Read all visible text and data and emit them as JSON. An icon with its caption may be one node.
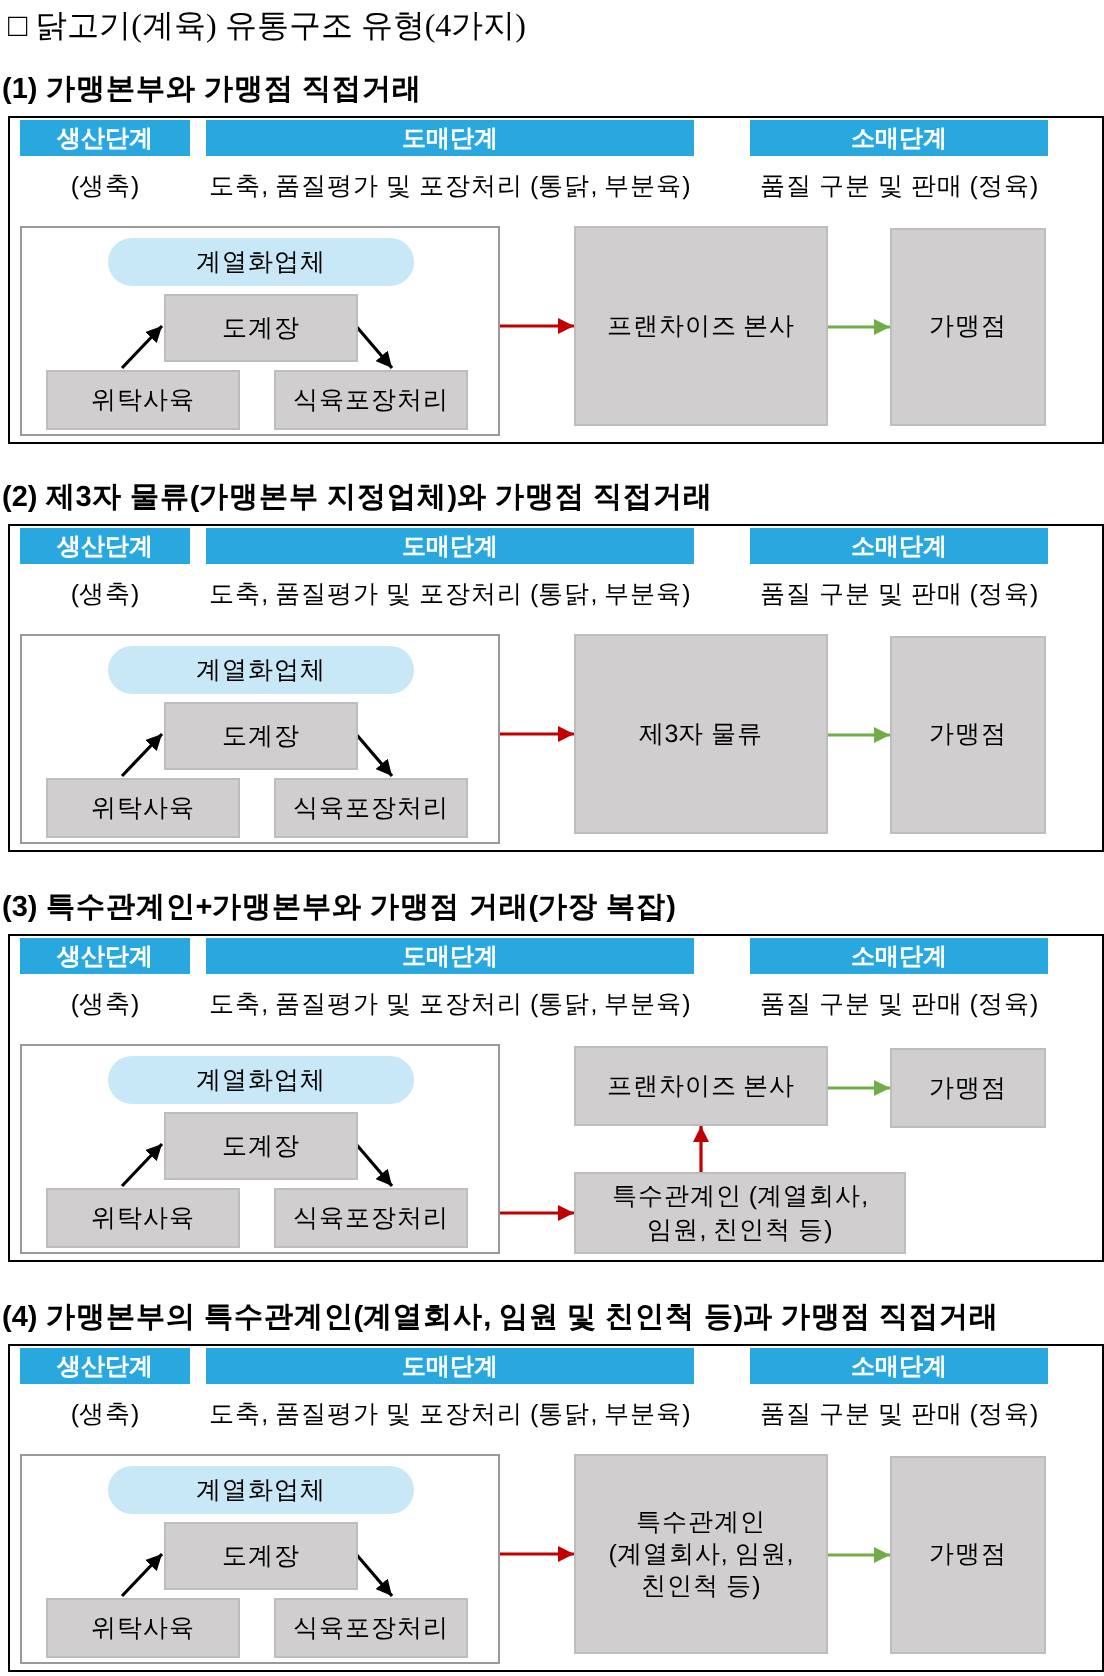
{
  "diagram": {
    "title": "□ 닭고기(계육) 유통구조 유형(4가지)",
    "nodes": [
      {
        "text": [
          "(1) 가맹본부와 가맹점 직접거래"
        ]
      },
      {
        "text": [
          "생산단계"
        ],
        "in": 0,
        "beside": [
          "(생축)"
        ]
      },
      {
        "text": [
          "도매단계"
        ],
        "in": 0,
        "beside": [
          "도축, 품질평가 및 포장처리 (통닭, 부분육)"
        ]
      },
      {
        "text": [
          "소매단계"
        ],
        "in": 0,
        "beside": [
          "품질 구분 및 판매 (정육)"
        ]
      },
      {
        "text": [],
        "shape": "box",
        "in": 0
      },
      {
        "text": [
          "계열화업체"
        ],
        "in": 4
      },
      {
        "text": [
          "도계장"
        ],
        "in": 4
      },
      {
        "text": [
          "위탁사육"
        ],
        "in": 4
      },
      {
        "text": [
          "식육포장처리"
        ],
        "in": 4
      },
      {
        "text": [
          "프랜차이즈 본사"
        ],
        "in": 0
      },
      {
        "text": [
          "가맹점"
        ],
        "in": 0
      },
      {
        "text": [
          "(2) 제3자 물류(가맹본부 지정업체)와 가맹점 직접거래"
        ]
      },
      {
        "text": [
          "생산단계"
        ],
        "in": 11,
        "beside": [
          "(생축)"
        ]
      },
      {
        "text": [
          "도매단계"
        ],
        "in": 11,
        "beside": [
          "도축, 품질평가 및 포장처리 (통닭, 부분육)"
        ]
      },
      {
        "text": [
          "소매단계"
        ],
        "in": 11,
        "beside": [
          "품질 구분 및 판매 (정육)"
        ]
      },
      {
        "text": [],
        "shape": "box",
        "in": 11
      },
      {
        "text": [
          "계열화업체"
        ],
        "in": 15
      },
      {
        "text": [
          "도계장"
        ],
        "in": 15
      },
      {
        "text": [
          "위탁사육"
        ],
        "in": 15
      },
      {
        "text": [
          "식육포장처리"
        ],
        "in": 15
      },
      {
        "text": [
          "제3자 물류"
        ],
        "in": 11
      },
      {
        "text": [
          "가맹점"
        ],
        "in": 11
      },
      {
        "text": [
          "(3) 특수관계인+가맹본부와 가맹점 거래(가장 복잡)"
        ]
      },
      {
        "text": [
          "생산단계"
        ],
        "in": 22,
        "beside": [
          "(생축)"
        ]
      },
      {
        "text": [
          "도매단계"
        ],
        "in": 22,
        "beside": [
          "도축, 품질평가 및 포장처리 (통닭, 부분육)"
        ]
      },
      {
        "text": [
          "소매단계"
        ],
        "in": 22,
        "beside": [
          "품질 구분 및 판매 (정육)"
        ]
      },
      {
        "text": [],
        "shape": "box",
        "in": 22
      },
      {
        "text": [
          "계열화업체"
        ],
        "in": 26
      },
      {
        "text": [
          "도계장"
        ],
        "in": 26
      },
      {
        "text": [
          "위탁사육"
        ],
        "in": 26
      },
      {
        "text": [
          "식육포장처리"
        ],
        "in": 26
      },
      {
        "text": [
          "프랜차이즈 본사"
        ],
        "in": 22
      },
      {
        "text": [
          "가맹점"
        ],
        "in": 22
      },
      {
        "text": [
          "특수관계인 (계열회사, 임원, 친인척 등)"
        ],
        "in": 22
      },
      {
        "text": [
          "(4) 가맹본부의 특수관계인(계열회사, 임원 및 친인척 등)과 가맹점 직접거래"
        ]
      },
      {
        "text": [
          "생산단계"
        ],
        "in": 34,
        "beside": [
          "(생축)"
        ]
      },
      {
        "text": [
          "도매단계"
        ],
        "in": 34,
        "beside": [
          "도축, 품질평가 및 포장처리 (통닭, 부분육)"
        ]
      },
      {
        "text": [
          "소매단계"
        ],
        "in": 34,
        "beside": [
          "품질 구분 및 판매 (정육)"
        ]
      },
      {
        "text": [],
        "shape": "box",
        "in": 34
      },
      {
        "text": [
          "계열화업체"
        ],
        "in": 38
      },
      {
        "text": [
          "도계장"
        ],
        "in": 38
      },
      {
        "text": [
          "위탁사육"
        ],
        "in": 38
      },
      {
        "text": [
          "식육포장처리"
        ],
        "in": 38
      },
      {
        "text": [
          "특수관계인 (계열회사, 임원, 친인척 등)"
        ],
        "in": 34
      },
      {
        "text": [
          "가맹점"
        ],
        "in": 34
      }
    ],
    "edges": [
      {
        "from": 7,
        "to": 6,
        "arrow": "to"
      },
      {
        "from": 6,
        "to": 8,
        "arrow": "to"
      },
      {
        "from": 4,
        "to": 9,
        "arrow": "to",
        "color": "#c00000"
      },
      {
        "from": 9,
        "to": 10,
        "arrow": "to",
        "color": "#70ad47"
      },
      {
        "from": 18,
        "to": 17,
        "arrow": "to"
      },
      {
        "from": 17,
        "to": 19,
        "arrow": "to"
      },
      {
        "from": 15,
        "to": 20,
        "arrow": "to",
        "color": "#c00000"
      },
      {
        "from": 20,
        "to": 21,
        "arrow": "to",
        "color": "#70ad47"
      },
      {
        "from": 29,
        "to": 28,
        "arrow": "to"
      },
      {
        "from": 28,
        "to": 30,
        "arrow": "to"
      },
      {
        "from": 26,
        "to": 33,
        "arrow": "to",
        "color": "#c00000"
      },
      {
        "from": 33,
        "to": 31,
        "arrow": "to",
        "color": "#c00000"
      },
      {
        "from": 31,
        "to": 32,
        "arrow": "to",
        "color": "#70ad47"
      },
      {
        "from": 41,
        "to": 40,
        "arrow": "to"
      },
      {
        "from": 40,
        "to": 42,
        "arrow": "to"
      },
      {
        "from": 38,
        "to": 43,
        "arrow": "to",
        "color": "#c00000"
      },
      {
        "from": 43,
        "to": 44,
        "arrow": "to",
        "color": "#70ad47"
      }
    ]
  }
}
